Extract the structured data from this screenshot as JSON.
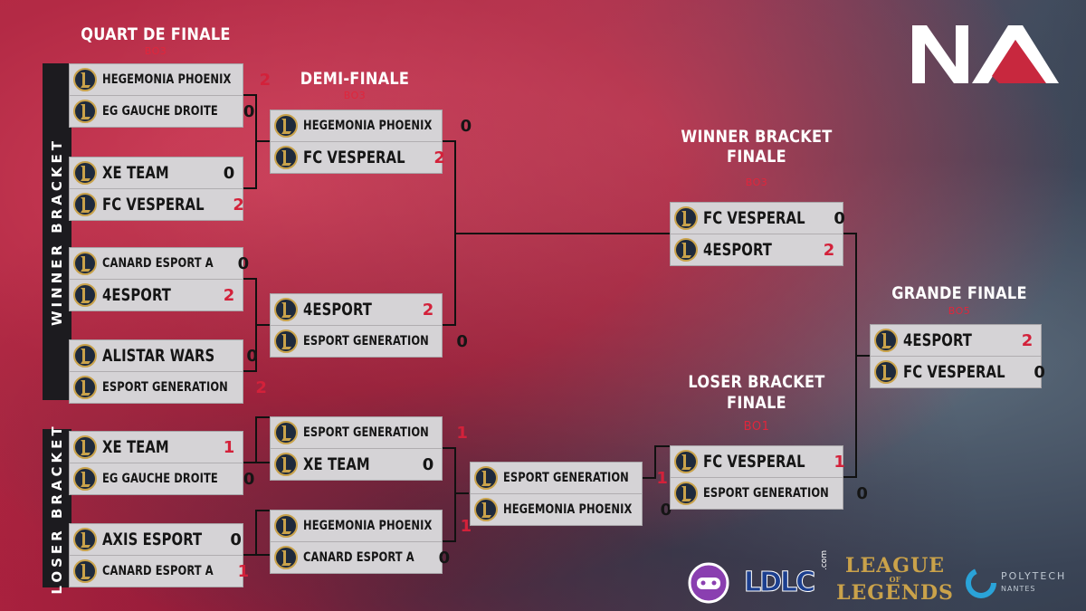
{
  "titles": {
    "quarter": "QUART DE FINALE",
    "quarter_bo": "BO3",
    "semi": "DEMI-FINALE",
    "semi_bo": "BO3",
    "wbf_1": "WINNER BRACKET",
    "wbf_2": "FINALE",
    "wbf_bo": "BO3",
    "lbf_1": "LOSER BRACKET",
    "lbf_2": "FINALE",
    "lbf_bo": "BO1",
    "gf": "GRANDE FINALE",
    "gf_bo": "BO5"
  },
  "side_labels": {
    "winner": "WINNER BRACKET",
    "loser": "LOSER BRACKET"
  },
  "matches": {
    "q1": [
      {
        "team": "HEGEMONIA PHOENIX",
        "score": "2"
      },
      {
        "team": "EG GAUCHE DROITE",
        "score": "0"
      }
    ],
    "q2": [
      {
        "team": "XE TEAM",
        "score": "0"
      },
      {
        "team": "FC VESPERAL",
        "score": "2"
      }
    ],
    "q3": [
      {
        "team": "CANARD ESPORT A",
        "score": "0"
      },
      {
        "team": "4ESPORT",
        "score": "2"
      }
    ],
    "q4": [
      {
        "team": "ALISTAR WARS",
        "score": "0"
      },
      {
        "team": "ESPORT GENERATION",
        "score": "2"
      }
    ],
    "s1": [
      {
        "team": "HEGEMONIA PHOENIX",
        "score": "0"
      },
      {
        "team": "FC VESPERAL",
        "score": "2"
      }
    ],
    "s2": [
      {
        "team": "4ESPORT",
        "score": "2"
      },
      {
        "team": "ESPORT GENERATION",
        "score": "0"
      }
    ],
    "wbf": [
      {
        "team": "FC VESPERAL",
        "score": "0"
      },
      {
        "team": "4ESPORT",
        "score": "2"
      }
    ],
    "gf": [
      {
        "team": "4ESPORT",
        "score": "2"
      },
      {
        "team": "FC VESPERAL",
        "score": "0"
      }
    ],
    "l1": [
      {
        "team": "XE TEAM",
        "score": "1"
      },
      {
        "team": "EG GAUCHE DROITE",
        "score": "0"
      }
    ],
    "l2": [
      {
        "team": "AXIS ESPORT",
        "score": "0"
      },
      {
        "team": "CANARD ESPORT A",
        "score": "1"
      }
    ],
    "l3": [
      {
        "team": "ESPORT GENERATION",
        "score": "1"
      },
      {
        "team": "XE TEAM",
        "score": "0"
      }
    ],
    "l4": [
      {
        "team": "HEGEMONIA PHOENIX",
        "score": "1"
      },
      {
        "team": "CANARD ESPORT A",
        "score": "0"
      }
    ],
    "l5": [
      {
        "team": "ESPORT GENERATION",
        "score": "1"
      },
      {
        "team": "HEGEMONIA PHOENIX",
        "score": "0"
      }
    ],
    "lbf": [
      {
        "team": "FC VESPERAL",
        "score": "1"
      },
      {
        "team": "ESPORT GENERATION",
        "score": "0"
      }
    ]
  },
  "sponsors": {
    "ldlc": "LDLC",
    "ldlc_dot": ".com",
    "lol_1": "LEAGUE",
    "lol_2": "LEGENDS",
    "lol_of": "OF",
    "poly_1": "POLYTECH",
    "poly_2": "NANTES"
  },
  "colors": {
    "accent": "#d3213a",
    "box": "#d5d3d6",
    "dark": "#1c1b1f"
  }
}
